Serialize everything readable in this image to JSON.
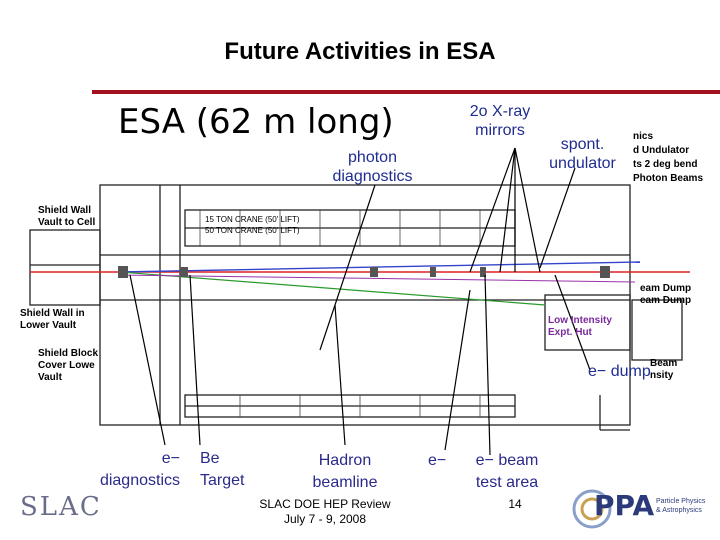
{
  "slide": {
    "title": "Future Activities in ESA",
    "heading": "ESA (62 m long)"
  },
  "callouts": {
    "mirrors": [
      "2o X-ray",
      "mirrors"
    ],
    "photon_diagnostics": [
      "photon",
      "diagnostics"
    ],
    "spont_undulator": [
      "spont.",
      "undulator"
    ],
    "e_dump": "e− dump",
    "e_diagnostics": [
      "e−",
      "diagnostics"
    ],
    "be_target": [
      "Be",
      "Target"
    ],
    "hadron_beamline": [
      "Hadron",
      "beamline"
    ],
    "e_minus": "e−",
    "e_beam_test_area": [
      "e− beam",
      "test area"
    ]
  },
  "drawing_labels": {
    "shield_wall_vault": [
      "Shield Wall",
      "Vault to Cell"
    ],
    "shield_wall_lower": [
      "Shield Wall in",
      "Lower Vault"
    ],
    "shield_block": [
      "Shield Block",
      "Cover Lowe",
      "Vault"
    ],
    "crane": [
      "15 TON CRANE (50' LIFT)",
      "50 TON CRANE (50' LIFT)"
    ],
    "low_intensity": [
      "Low Intensity",
      "Expt. Hut"
    ],
    "right_column": [
      "nics",
      "d Undulator",
      "ts 2 deg bend",
      "Photon Beams",
      "eam Dump",
      "eam Dump",
      "Beam",
      "nsity"
    ]
  },
  "footer": {
    "review": [
      "SLAC DOE HEP Review",
      "July 7 - 9, 2008"
    ],
    "page_number": "14",
    "slac_logo": "SLAC",
    "ppa_logo": "PPA",
    "ppa_sub": [
      "Particle Physics",
      "& Astrophysics"
    ]
  },
  "colors": {
    "title_rule": "#a30f1f",
    "callout_text": "#1f2d8f",
    "beam_red": "#d22",
    "beam_blue": "#3344cc",
    "beam_green": "#2a9a2a"
  }
}
